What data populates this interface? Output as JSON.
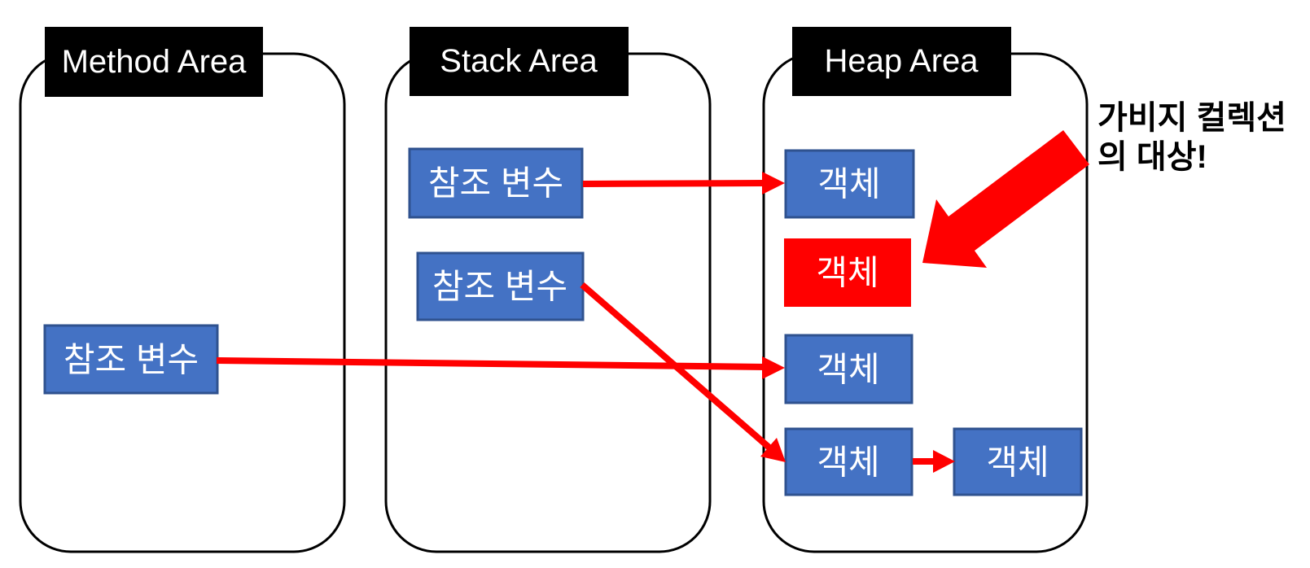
{
  "diagram": {
    "description": "JVM memory areas diagram showing garbage collection target"
  },
  "colors": {
    "background": "#FFFFFF",
    "container_border": "#000000",
    "header_bg": "#000000",
    "header_text": "#FFFFFF",
    "box_fill": "#4472C4",
    "box_border": "#2F528F",
    "box_text": "#FFFFFF",
    "garbage_box_fill": "#FF0000",
    "arrow": "#FF0000",
    "annotation_text": "#000000"
  },
  "method_area": {
    "title": "Method Area",
    "boxes": [
      {
        "label": "참조 변수"
      }
    ]
  },
  "stack_area": {
    "title": "Stack Area",
    "boxes": [
      {
        "label": "참조 변수"
      },
      {
        "label": "참조 변수"
      }
    ]
  },
  "heap_area": {
    "title": "Heap Area",
    "boxes": [
      {
        "label": "객체",
        "state": "referenced"
      },
      {
        "label": "객체",
        "state": "garbage"
      },
      {
        "label": "객체",
        "state": "referenced"
      },
      {
        "label": "객체",
        "state": "referenced"
      },
      {
        "label": "객체",
        "state": "referenced"
      }
    ]
  },
  "annotation": {
    "line1": "가비지 컬렉션",
    "line2": "의 대상!"
  }
}
